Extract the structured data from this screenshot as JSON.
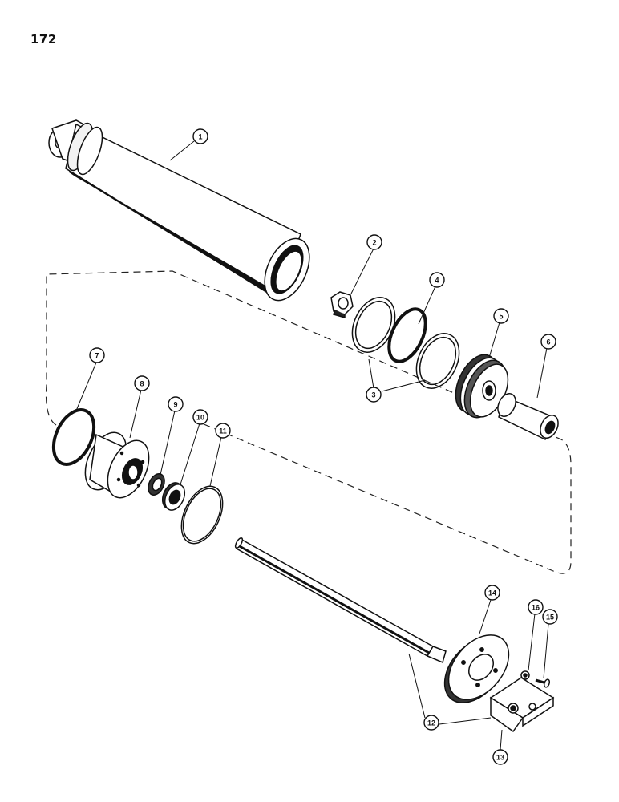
{
  "page": {
    "number": "172"
  },
  "callouts": [
    "1",
    "2",
    "3",
    "4",
    "5",
    "6",
    "7",
    "8",
    "9",
    "10",
    "11",
    "12",
    "13",
    "14",
    "15",
    "16"
  ]
}
